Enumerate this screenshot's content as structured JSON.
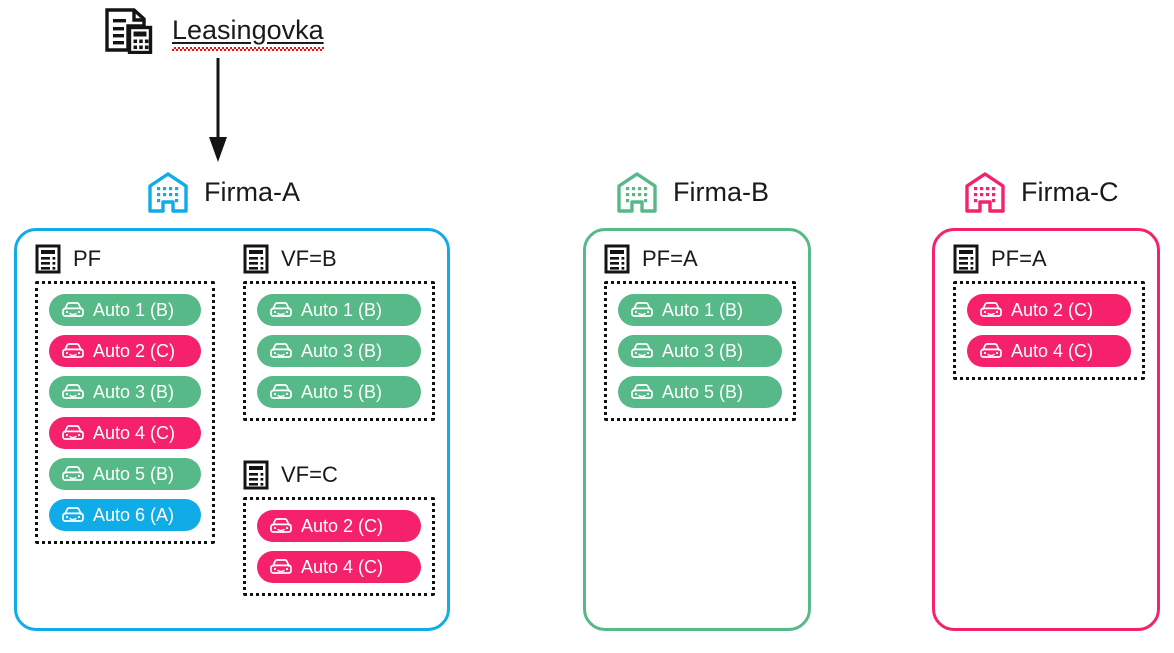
{
  "colors": {
    "blue": "#0FACE8",
    "green": "#57B888",
    "pink": "#F5226B",
    "black": "#141414",
    "spell_error": "#F01010"
  },
  "source": {
    "label": "Leasingovka",
    "icon": "document-calculator-icon",
    "spellcheck_error": true,
    "arrow_icon": "arrow-down-icon",
    "arrow_target": "Firma-A"
  },
  "firms": [
    {
      "id": "firma-a",
      "name": "Firma-A",
      "icon": "building-icon",
      "color": "#0FACE8",
      "groups": [
        {
          "id": "pf",
          "title": "PF",
          "icon": "invoice-icon",
          "cars": [
            {
              "label": "Auto 1 (B)",
              "color": "#57B888",
              "icon": "car-icon"
            },
            {
              "label": "Auto 2 (C)",
              "color": "#F5226B",
              "icon": "car-icon"
            },
            {
              "label": "Auto 3 (B)",
              "color": "#57B888",
              "icon": "car-icon"
            },
            {
              "label": "Auto 4 (C)",
              "color": "#F5226B",
              "icon": "car-icon"
            },
            {
              "label": "Auto 5 (B)",
              "color": "#57B888",
              "icon": "car-icon"
            },
            {
              "label": "Auto 6 (A)",
              "color": "#0FACE8",
              "icon": "car-icon"
            }
          ]
        },
        {
          "id": "vf-b",
          "title": "VF=B",
          "icon": "invoice-icon",
          "cars": [
            {
              "label": "Auto 1 (B)",
              "color": "#57B888",
              "icon": "car-icon"
            },
            {
              "label": "Auto 3 (B)",
              "color": "#57B888",
              "icon": "car-icon"
            },
            {
              "label": "Auto 5 (B)",
              "color": "#57B888",
              "icon": "car-icon"
            }
          ]
        },
        {
          "id": "vf-c",
          "title": "VF=C",
          "icon": "invoice-icon",
          "cars": [
            {
              "label": "Auto 2 (C)",
              "color": "#F5226B",
              "icon": "car-icon"
            },
            {
              "label": "Auto 4 (C)",
              "color": "#F5226B",
              "icon": "car-icon"
            }
          ]
        }
      ]
    },
    {
      "id": "firma-b",
      "name": "Firma-B",
      "icon": "building-icon",
      "color": "#57B888",
      "groups": [
        {
          "id": "pf-a-b",
          "title": "PF=A",
          "icon": "invoice-icon",
          "cars": [
            {
              "label": "Auto 1 (B)",
              "color": "#57B888",
              "icon": "car-icon"
            },
            {
              "label": "Auto 3 (B)",
              "color": "#57B888",
              "icon": "car-icon"
            },
            {
              "label": "Auto 5 (B)",
              "color": "#57B888",
              "icon": "car-icon"
            }
          ]
        }
      ]
    },
    {
      "id": "firma-c",
      "name": "Firma-C",
      "icon": "building-icon",
      "color": "#F5226B",
      "groups": [
        {
          "id": "pf-a-c",
          "title": "PF=A",
          "icon": "invoice-icon",
          "cars": [
            {
              "label": "Auto 2 (C)",
              "color": "#F5226B",
              "icon": "car-icon"
            },
            {
              "label": "Auto 4 (C)",
              "color": "#F5226B",
              "icon": "car-icon"
            }
          ]
        }
      ]
    }
  ]
}
